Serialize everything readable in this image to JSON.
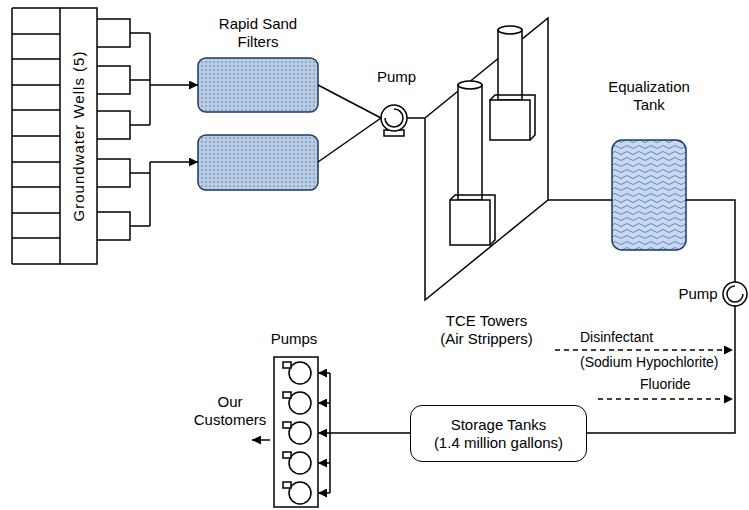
{
  "diagram": {
    "nodes": [
      {
        "text": [
          "Groundwater Wells (5)"
        ]
      },
      {
        "text": [
          "Rapid Sand Filters"
        ]
      },
      {
        "text": [
          "Pump"
        ]
      },
      {
        "text": [
          "TCE Towers",
          "(Air Strippers)"
        ]
      },
      {
        "text": [
          "Equalization Tank"
        ]
      },
      {
        "text": [
          "Pump"
        ]
      },
      {
        "text": [
          "Storage Tanks",
          "(1.4 million gallons)"
        ]
      },
      {
        "text": [
          "Pumps"
        ]
      },
      {
        "text": [
          "Our Customers"
        ]
      }
    ],
    "edges": [
      {
        "from": 0,
        "to": 1,
        "arrow": "to"
      },
      {
        "from": 1,
        "to": 2,
        "arrow": "none"
      },
      {
        "from": 2,
        "to": 3,
        "arrow": "none"
      },
      {
        "from": 3,
        "to": 4,
        "arrow": "none"
      },
      {
        "from": 4,
        "to": 5,
        "arrow": "none"
      },
      {
        "from": 5,
        "to": 6,
        "arrow": "none"
      },
      {
        "from": 6,
        "to": 7,
        "arrow": "to"
      },
      {
        "from": 7,
        "to": 8,
        "arrow": "to"
      }
    ],
    "labels": [
      "Disinfectant",
      "(Sodium Hypochlorite)",
      "Fluoride"
    ]
  }
}
